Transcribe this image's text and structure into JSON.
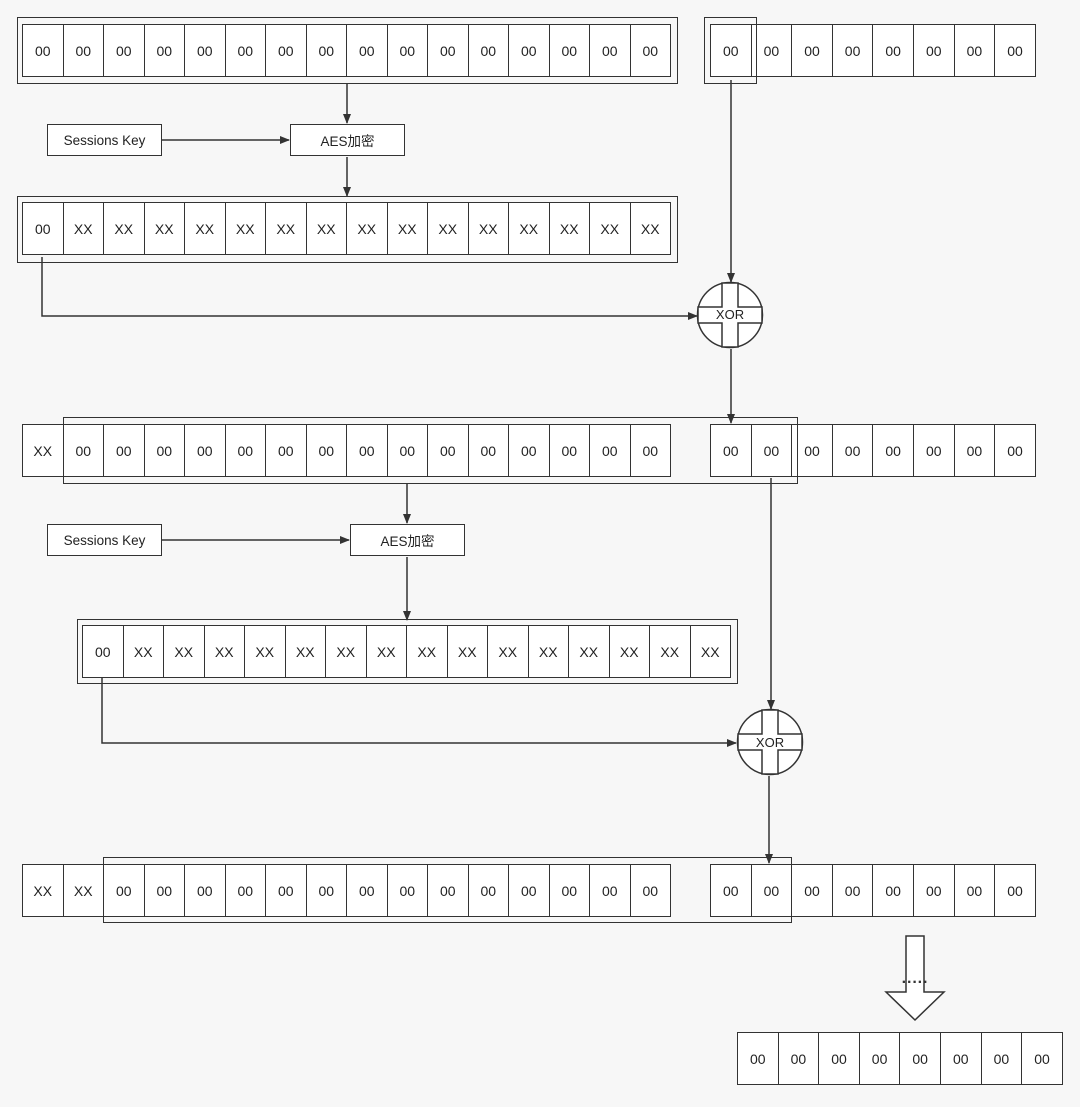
{
  "labels": {
    "session_key": "Sessions Key",
    "aes": "AES加密",
    "xor": "XOR",
    "ellipsis": "·····"
  },
  "rows": {
    "row1_buffer": [
      "00",
      "00",
      "00",
      "00",
      "00",
      "00",
      "00",
      "00",
      "00",
      "00",
      "00",
      "00",
      "00",
      "00",
      "00",
      "00"
    ],
    "row1_input": [
      "00",
      "00",
      "00",
      "00",
      "00",
      "00",
      "00",
      "00"
    ],
    "row2_encrypted": [
      "00",
      "XX",
      "XX",
      "XX",
      "XX",
      "XX",
      "XX",
      "XX",
      "XX",
      "XX",
      "XX",
      "XX",
      "XX",
      "XX",
      "XX",
      "XX"
    ],
    "row3_buffer": [
      "XX",
      "00",
      "00",
      "00",
      "00",
      "00",
      "00",
      "00",
      "00",
      "00",
      "00",
      "00",
      "00",
      "00",
      "00",
      "00"
    ],
    "row3_input": [
      "00",
      "00",
      "00",
      "00",
      "00",
      "00",
      "00",
      "00"
    ],
    "row4_encrypted": [
      "00",
      "XX",
      "XX",
      "XX",
      "XX",
      "XX",
      "XX",
      "XX",
      "XX",
      "XX",
      "XX",
      "XX",
      "XX",
      "XX",
      "XX",
      "XX"
    ],
    "row5_buffer": [
      "XX",
      "XX",
      "00",
      "00",
      "00",
      "00",
      "00",
      "00",
      "00",
      "00",
      "00",
      "00",
      "00",
      "00",
      "00",
      "00"
    ],
    "row5_input": [
      "00",
      "00",
      "00",
      "00",
      "00",
      "00",
      "00",
      "00"
    ],
    "row6_output": [
      "00",
      "00",
      "00",
      "00",
      "00",
      "00",
      "00",
      "00"
    ]
  }
}
